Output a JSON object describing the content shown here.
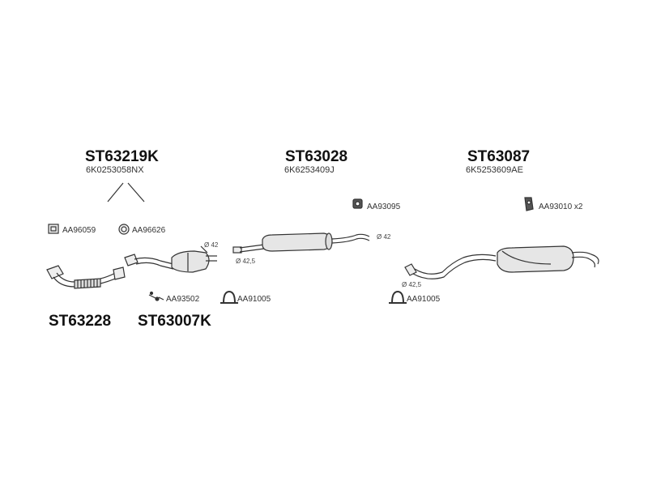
{
  "groups": {
    "front_assembly": {
      "part_number": "ST63219K",
      "oem_number": "6K0253058NX"
    },
    "middle_silencer": {
      "part_number": "ST63028",
      "oem_number": "6K6253409J"
    },
    "rear_silencer": {
      "part_number": "ST63087",
      "oem_number": "6K5253609AE"
    },
    "front_pipe": {
      "part_number": "ST63228"
    },
    "catalytic_converter": {
      "part_number": "ST63007K"
    }
  },
  "accessories": {
    "gasket_square": "AA96059",
    "ring_gasket": "AA96626",
    "bolt_kit": "AA93502",
    "clamp_front": "AA91005",
    "mount_middle": "AA93095",
    "mount_rear": "AA93010 x2",
    "clamp_rear": "AA91005"
  },
  "diameters": {
    "cat_outlet": "Ø 42",
    "middle_inlet": "Ø 42,5",
    "middle_outlet": "Ø 42",
    "rear_inlet": "Ø 42,5"
  },
  "colors": {
    "line": "#333333",
    "fill": "#eeeeee"
  }
}
